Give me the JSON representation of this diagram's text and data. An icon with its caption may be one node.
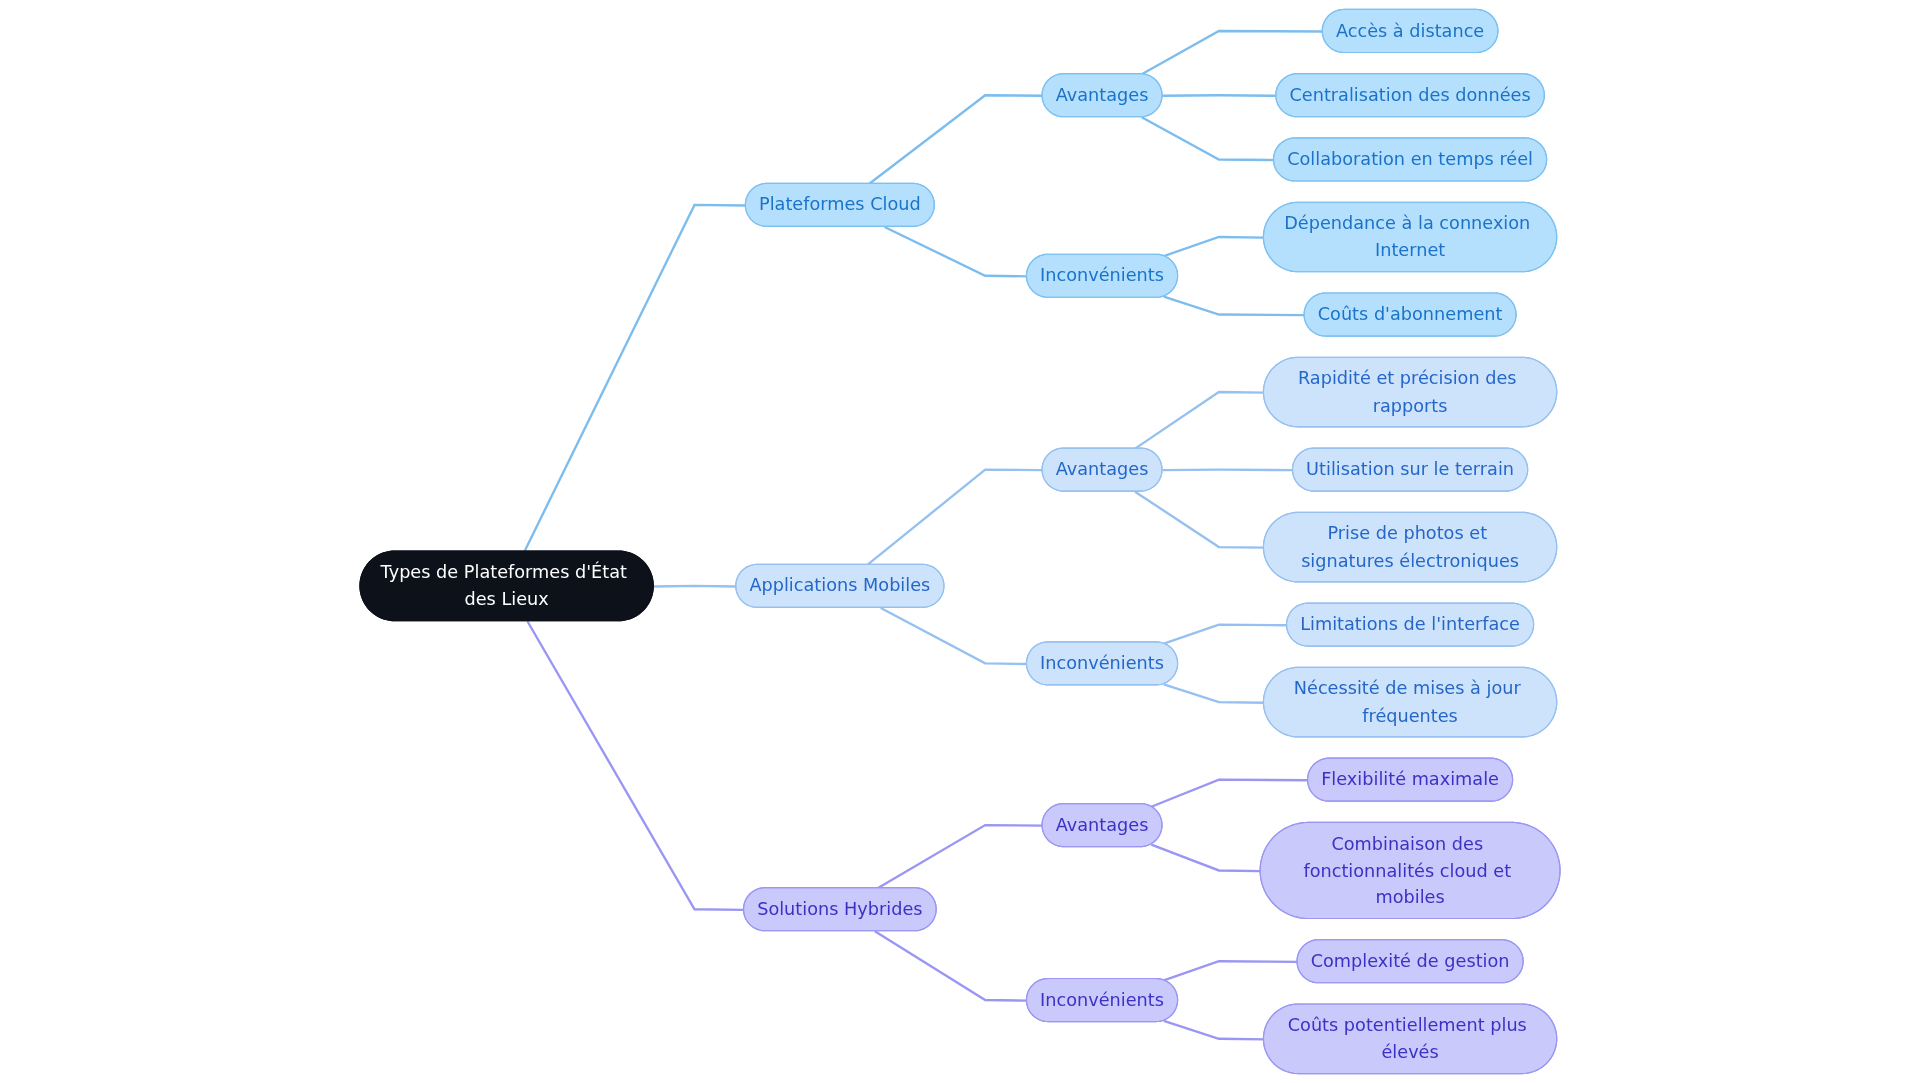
{
  "diagram": {
    "nodes": [
      {
        "text": [
          "Types de Plateformes d'État des Lieux"
        ]
      },
      {
        "text": [
          "Plateformes Cloud"
        ]
      },
      {
        "text": [
          "Avantages"
        ]
      },
      {
        "text": [
          "Accès à distance"
        ]
      },
      {
        "text": [
          "Centralisation des données"
        ]
      },
      {
        "text": [
          "Collaboration en temps réel"
        ]
      },
      {
        "text": [
          "Inconvénients"
        ]
      },
      {
        "text": [
          "Dépendance à la connexion Internet"
        ]
      },
      {
        "text": [
          "Coûts d'abonnement"
        ]
      },
      {
        "text": [
          "Applications Mobiles"
        ]
      },
      {
        "text": [
          "Avantages"
        ]
      },
      {
        "text": [
          "Rapidité et précision des rapports"
        ]
      },
      {
        "text": [
          "Utilisation sur le terrain"
        ]
      },
      {
        "text": [
          "Prise de photos et signatures électroniques"
        ]
      },
      {
        "text": [
          "Inconvénients"
        ]
      },
      {
        "text": [
          "Limitations de l'interface"
        ]
      },
      {
        "text": [
          "Nécessité de mises à jour fréquentes"
        ]
      },
      {
        "text": [
          "Solutions Hybrides"
        ]
      },
      {
        "text": [
          "Avantages"
        ]
      },
      {
        "text": [
          "Flexibilité maximale"
        ]
      },
      {
        "text": [
          "Combinaison des fonctionnalités cloud et mobiles"
        ]
      },
      {
        "text": [
          "Inconvénients"
        ]
      },
      {
        "text": [
          "Complexité de gestion"
        ]
      },
      {
        "text": [
          "Coûts potentiellement plus élevés"
        ]
      }
    ],
    "edges": [
      {
        "from": 0,
        "to": 1,
        "arrow": "none",
        "color": "#7cbdee"
      },
      {
        "from": 1,
        "to": 2,
        "arrow": "none",
        "color": "#7cbdee"
      },
      {
        "from": 2,
        "to": 3,
        "arrow": "none",
        "color": "#7cbdee"
      },
      {
        "from": 2,
        "to": 4,
        "arrow": "none",
        "color": "#7cbdee"
      },
      {
        "from": 2,
        "to": 5,
        "arrow": "none",
        "color": "#7cbdee"
      },
      {
        "from": 1,
        "to": 6,
        "arrow": "none",
        "color": "#7cbdee"
      },
      {
        "from": 6,
        "to": 7,
        "arrow": "none",
        "color": "#7cbdee"
      },
      {
        "from": 6,
        "to": 8,
        "arrow": "none",
        "color": "#7cbdee"
      },
      {
        "from": 0,
        "to": 9,
        "arrow": "none",
        "color": "#95c0f0"
      },
      {
        "from": 9,
        "to": 10,
        "arrow": "none",
        "color": "#95c0f0"
      },
      {
        "from": 10,
        "to": 11,
        "arrow": "none",
        "color": "#95c0f0"
      },
      {
        "from": 10,
        "to": 12,
        "arrow": "none",
        "color": "#95c0f0"
      },
      {
        "from": 10,
        "to": 13,
        "arrow": "none",
        "color": "#95c0f0"
      },
      {
        "from": 9,
        "to": 14,
        "arrow": "none",
        "color": "#95c0f0"
      },
      {
        "from": 14,
        "to": 15,
        "arrow": "none",
        "color": "#95c0f0"
      },
      {
        "from": 14,
        "to": 16,
        "arrow": "none",
        "color": "#95c0f0"
      },
      {
        "from": 0,
        "to": 17,
        "arrow": "none",
        "color": "#9a96f3"
      },
      {
        "from": 17,
        "to": 18,
        "arrow": "none",
        "color": "#9a96f3"
      },
      {
        "from": 18,
        "to": 19,
        "arrow": "none",
        "color": "#9a96f3"
      },
      {
        "from": 18,
        "to": 20,
        "arrow": "none",
        "color": "#9a96f3"
      },
      {
        "from": 17,
        "to": 21,
        "arrow": "none",
        "color": "#9a96f3"
      },
      {
        "from": 21,
        "to": 22,
        "arrow": "none",
        "color": "#9a96f3"
      },
      {
        "from": 21,
        "to": 23,
        "arrow": "none",
        "color": "#9a96f3"
      }
    ]
  }
}
